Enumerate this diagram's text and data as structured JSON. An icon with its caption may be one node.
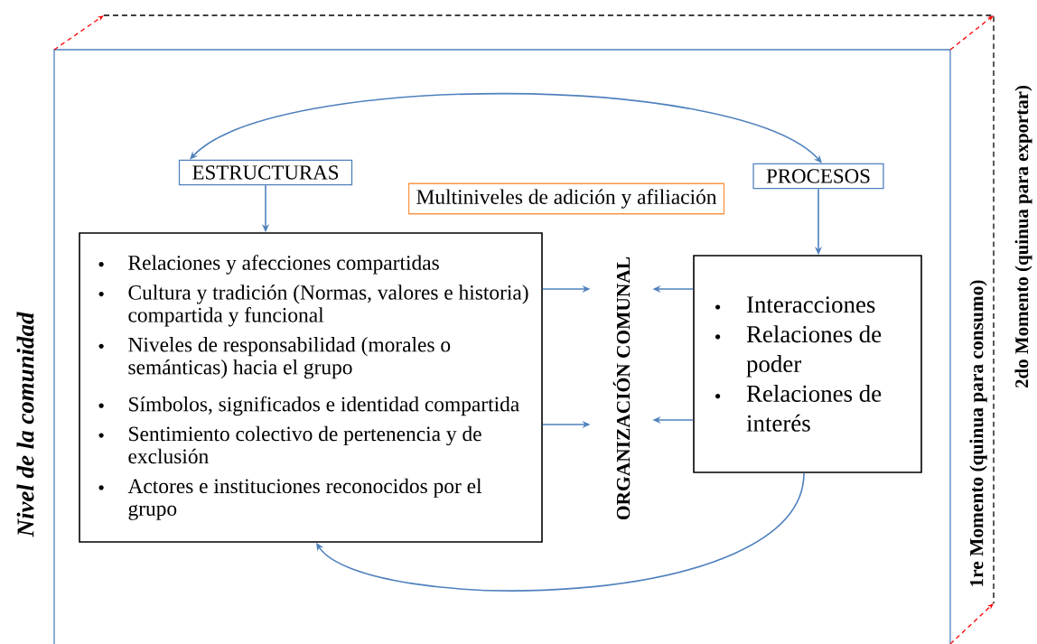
{
  "diagram": {
    "nodes": [
      {
        "text": [
          "ESTRUCTURAS"
        ]
      },
      {
        "text": [
          "PROCESOS"
        ]
      },
      {
        "text": [
          "Multiniveles de adición y afiliación"
        ]
      },
      {
        "text": [
          "Relaciones y afecciones compartidas",
          "Cultura y tradición (Normas, valores e historia) compartida y funcional",
          "Niveles de responsabilidad (morales o semánticas) hacia el grupo",
          "Símbolos, significados e identidad compartida",
          "Sentimiento colectivo de pertenencia y de exclusión",
          "Actores e instituciones reconocidos por el grupo"
        ]
      },
      {
        "text": [
          "ORGANIZACIÓN COMUNAL"
        ]
      },
      {
        "text": [
          "Interacciones",
          "Relaciones de poder",
          "Relaciones de interés"
        ]
      }
    ],
    "edges": [
      {
        "from": 0,
        "to": 1,
        "arrow": "both"
      },
      {
        "from": 0,
        "to": 3,
        "arrow": "to"
      },
      {
        "from": 1,
        "to": 5,
        "arrow": "to"
      },
      {
        "from": 3,
        "to": 4,
        "arrow": "to"
      },
      {
        "from": 3,
        "to": 4,
        "arrow": "to"
      },
      {
        "from": 5,
        "to": 4,
        "arrow": "to"
      },
      {
        "from": 5,
        "to": 4,
        "arrow": "to"
      },
      {
        "from": 5,
        "to": 3,
        "arrow": "to"
      }
    ],
    "labels": [
      "Nivel de la comunidad",
      "1re Momento (quinua para consumo)",
      "2do Momento (quinua para exportar)"
    ]
  }
}
